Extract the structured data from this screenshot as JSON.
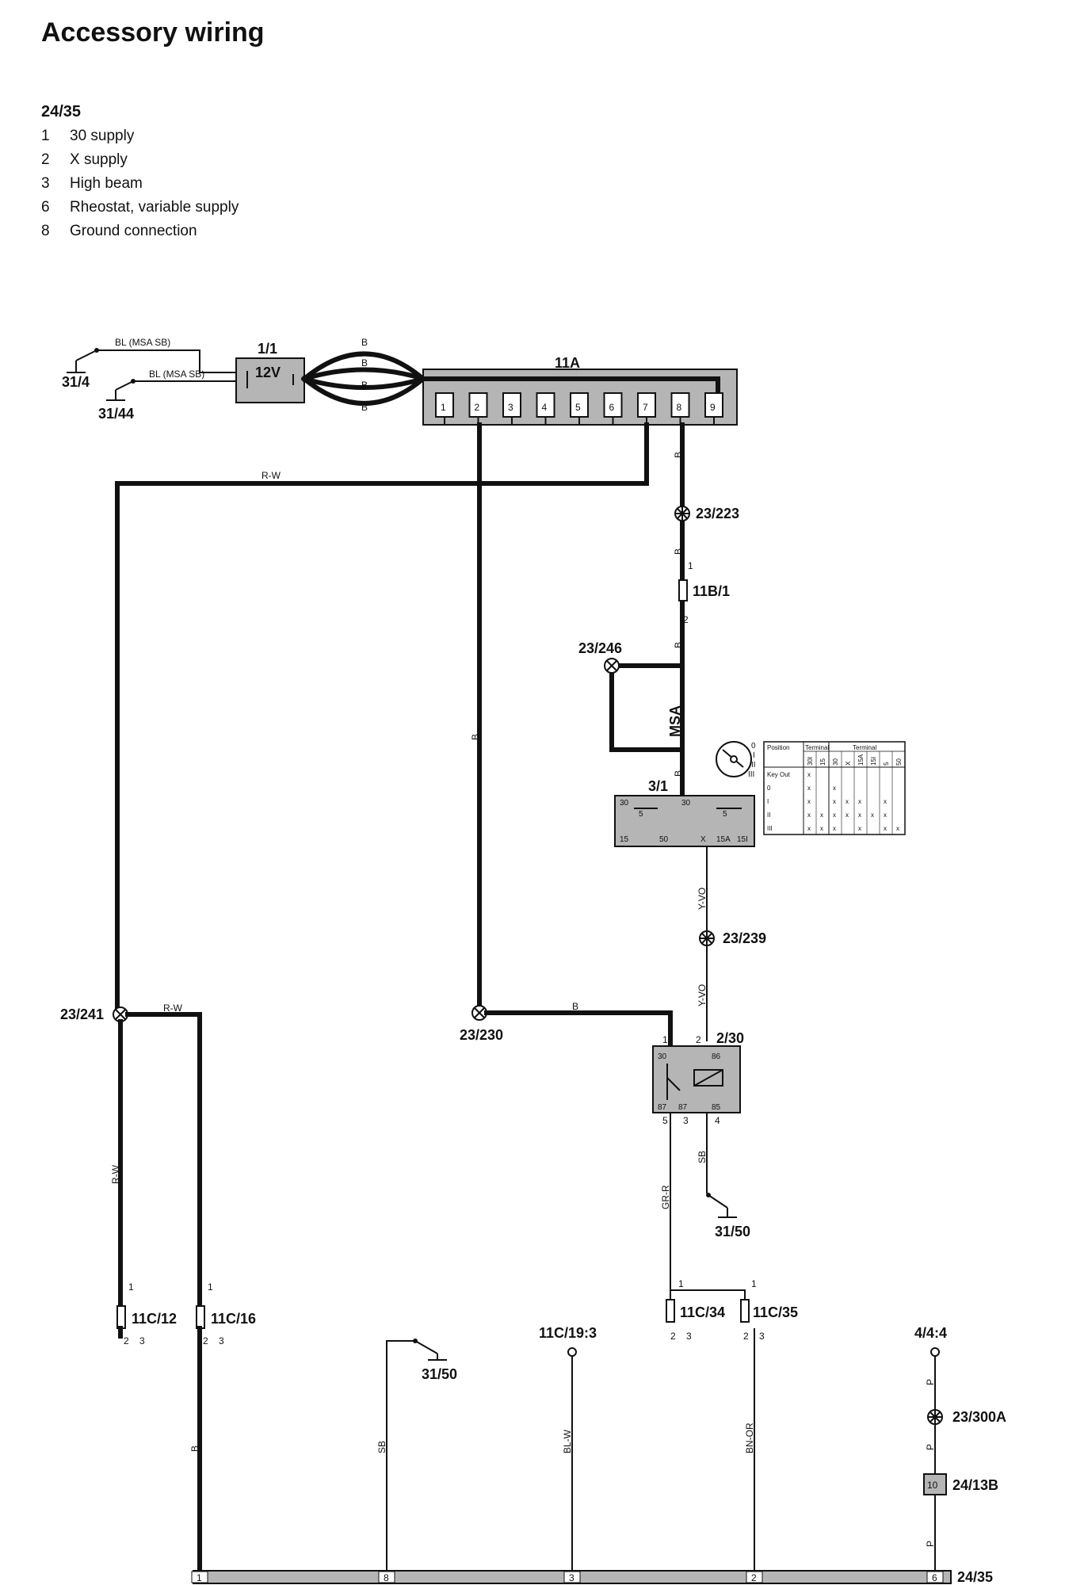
{
  "title": "Accessory wiring",
  "legend": {
    "heading": "24/35",
    "items": [
      {
        "num": "1",
        "text": "30 supply"
      },
      {
        "num": "2",
        "text": "X supply"
      },
      {
        "num": "3",
        "text": "High beam"
      },
      {
        "num": "6",
        "text": "Rheostat, variable supply"
      },
      {
        "num": "8",
        "text": "Ground connection"
      }
    ]
  },
  "components": {
    "battery": {
      "label": "1/1",
      "voltage": "12V"
    },
    "fusebox": {
      "label": "11A",
      "pins": [
        "1",
        "2",
        "3",
        "4",
        "5",
        "6",
        "7",
        "8",
        "9"
      ]
    },
    "ignition": {
      "label": "3/1",
      "pins": [
        "30",
        "30",
        "15",
        "50",
        "X",
        "15A",
        "15I"
      ],
      "pins_inner": [
        "5",
        "5"
      ]
    },
    "relay": {
      "label": "2/30",
      "pins_top": [
        "1",
        "2"
      ],
      "pins_bottom": [
        "5",
        "3",
        "4"
      ],
      "inner": [
        "30",
        "86",
        "87",
        "87",
        "85"
      ]
    },
    "fuse_11B1": {
      "label": "11B/1",
      "pin_top": "1",
      "pin_bottom": "2"
    },
    "fuse_11C12": {
      "label": "11C/12",
      "pin_top": "1",
      "pins_bottom": [
        "2",
        "3"
      ]
    },
    "fuse_11C16": {
      "label": "11C/16",
      "pin_top": "1",
      "pins_bottom": [
        "2",
        "3"
      ]
    },
    "fuse_11C34": {
      "label": "11C/34",
      "pin_top": "1",
      "pins_bottom": [
        "2",
        "3"
      ]
    },
    "fuse_11C35": {
      "label": "11C/35",
      "pin_top": "1",
      "pins_bottom": [
        "2",
        "3"
      ]
    },
    "rheostat_box": {
      "label": "24/13B",
      "pin": "10"
    },
    "connector_bottom": {
      "label": "24/35",
      "pins": [
        "1",
        "8",
        "3",
        "2",
        "6"
      ]
    }
  },
  "grounds": [
    "31/4",
    "31/44",
    "31/50",
    "31/50"
  ],
  "splices": [
    "23/223",
    "23/246",
    "23/239",
    "23/241",
    "23/230",
    "23/300A"
  ],
  "terminals": [
    "11C/19:3",
    "4/4:4"
  ],
  "wire_colors": {
    "battery_ground_1": "BL (MSA SB)",
    "battery_ground_2": "BL (MSA SB)",
    "battery_link": "B",
    "rw": "R-W",
    "b": "B",
    "msa": "MSA",
    "yvo": "Y-VO",
    "sb": "SB",
    "grr": "GR-R",
    "blw": "BL-W",
    "bnor": "BN-OR",
    "p": "P"
  },
  "key_table": {
    "header_position": "Position",
    "header_terminal_1": "Terminal",
    "header_terminal_2": "Terminal",
    "cols_1": [
      "30I",
      "15"
    ],
    "cols_2": [
      "30",
      "X",
      "15A",
      "15I",
      "5",
      "50"
    ],
    "rows": [
      "Key Out",
      "0",
      "I",
      "II",
      "III"
    ],
    "ticks": [
      [
        true,
        false,
        false,
        false,
        false,
        false,
        false,
        false
      ],
      [
        true,
        false,
        true,
        false,
        false,
        false,
        false,
        false
      ],
      [
        true,
        false,
        true,
        true,
        true,
        false,
        true,
        false
      ],
      [
        true,
        true,
        true,
        true,
        true,
        true,
        true,
        false
      ],
      [
        true,
        true,
        true,
        false,
        true,
        false,
        true,
        true
      ]
    ],
    "tick_mark": "x"
  },
  "key_positions": [
    "0",
    "I",
    "II",
    "III"
  ]
}
